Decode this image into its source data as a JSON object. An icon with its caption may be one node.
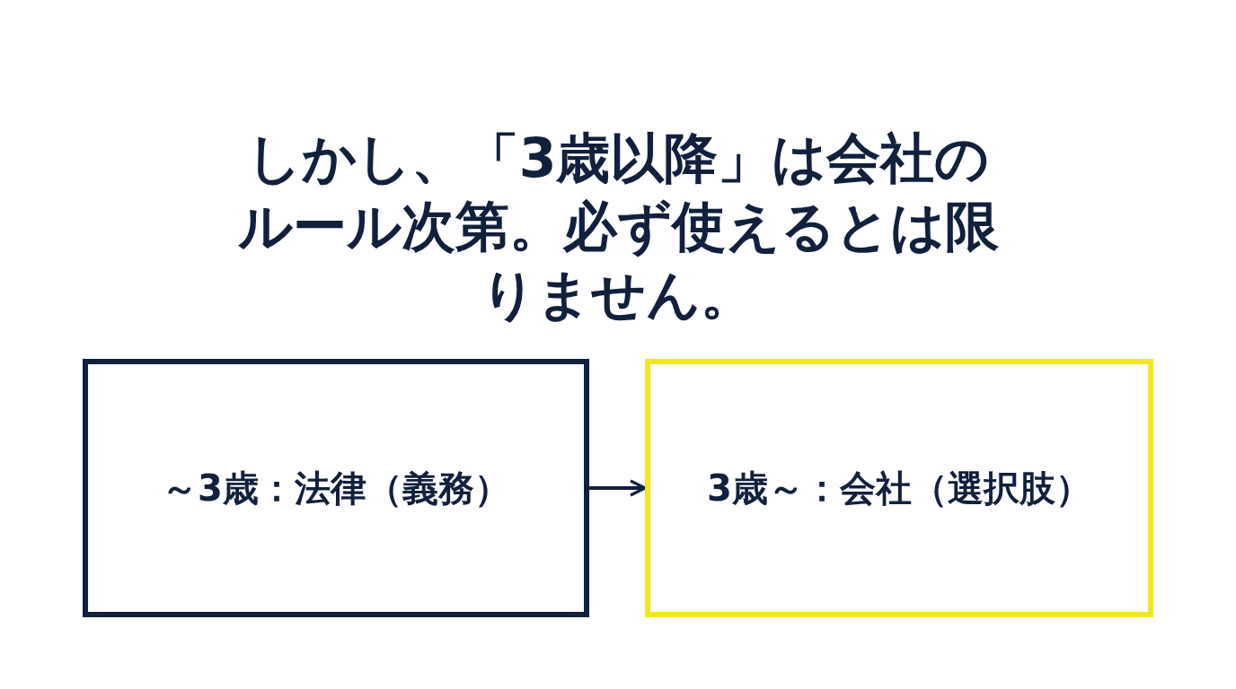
{
  "diagram": {
    "title": "しかし、「3歳以降」は会社のルール次第。必ず使えるとは限りません。",
    "nodes": [
      {
        "text": [
          "～3歳：法律（義務）"
        ]
      },
      {
        "text": [
          "3歳～：会社（選択肢）"
        ]
      }
    ],
    "edges": [
      {
        "from": 0,
        "to": 1,
        "arrow": "to"
      }
    ]
  }
}
